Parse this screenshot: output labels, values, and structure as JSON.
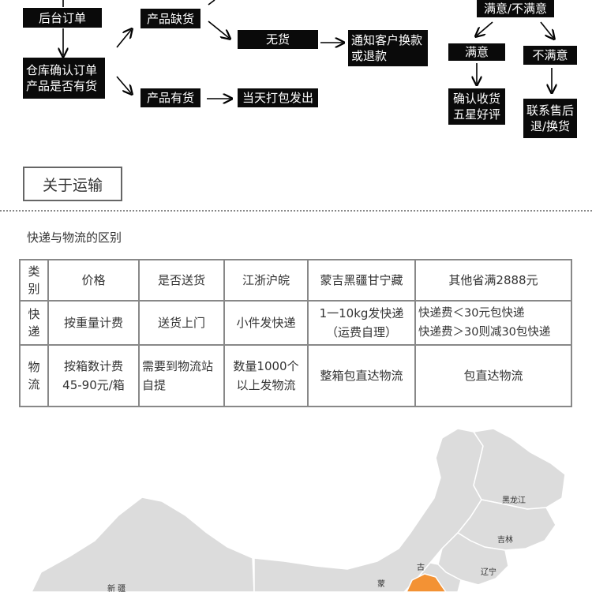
{
  "flow": {
    "backend_order": "后台订单",
    "warehouse_confirm": "仓库确认订单\n产品是否有货",
    "out_of_stock": "产品缺货",
    "no_stock": "无货",
    "notify_customer": "通知客户换款\n或退款",
    "in_stock": "产品有货",
    "ship_same_day": "当天打包发出",
    "satisfied_or_not": "满意/不满意",
    "satisfied": "满意",
    "unsatisfied": "不满意",
    "confirm_receipt": "确认收货\n五星好评",
    "contact_aftersales": "联系售后\n退/换货"
  },
  "section": {
    "title": "关于运输",
    "subheading": "快递与物流的区别"
  },
  "table": {
    "header": [
      "类\n别",
      "价格",
      "是否送货",
      "江浙沪皖",
      "蒙吉黑疆甘宁藏",
      "其他省满2888元"
    ],
    "rows": [
      [
        "快\n递",
        "按重量计费",
        "送货上门",
        "小件发快递",
        "1一10kg发快递\n（运费自理）",
        "快递费＜30元包快递\n快递费＞30则减30包快递"
      ],
      [
        "物\n流",
        "按箱数计费\n45-90元/箱",
        "需要到物流站\n自提",
        "数量1000个\n以上发物流",
        "整箱包直达物流",
        "包直达物流"
      ]
    ]
  },
  "map": {
    "labels": [
      "黑龙江",
      "吉林",
      "辽宁",
      "古",
      "蒙",
      "新 疆"
    ],
    "colors": {
      "land": "#dcdcdc",
      "border": "#ffffff",
      "highlight": "#f39234"
    }
  }
}
